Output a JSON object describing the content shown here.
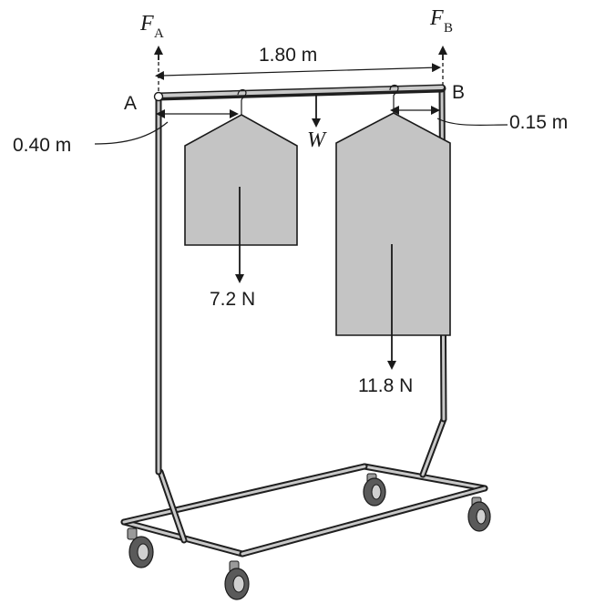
{
  "labels": {
    "force_a": "F",
    "force_a_sub": "A",
    "force_b": "F",
    "force_b_sub": "B",
    "span": "1.80 m",
    "point_a": "A",
    "point_b": "B",
    "dist_left": "0.40 m",
    "dist_right": "0.15 m",
    "weight": "W",
    "load_left": "7.2 N",
    "load_right": "11.8 N"
  },
  "colors": {
    "garment": "#c4c4c4",
    "tube": "#1f1f1f",
    "tube_highlight": "#c9c9c9"
  }
}
